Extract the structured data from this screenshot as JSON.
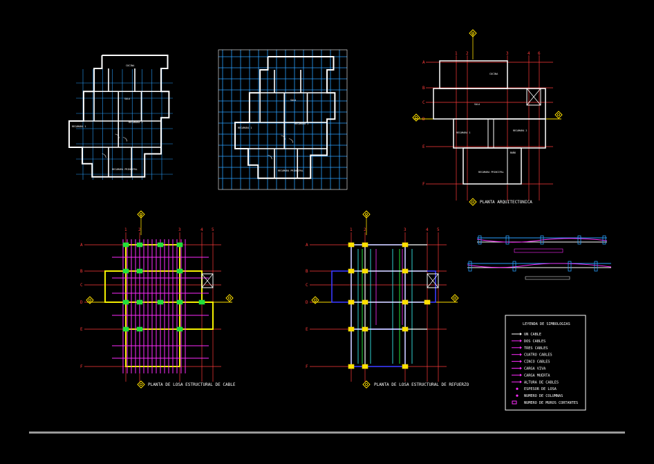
{
  "canvas": {
    "background": "#000000",
    "bar_color": "#9a9a9a"
  },
  "colors": {
    "wall": "#ffffff",
    "dim": "#2aa0ff",
    "grid": "#ff3b3b",
    "beam": "#f5f000",
    "cable": "#ff2bff",
    "column": "#22e03a",
    "steel": "#2fd0d0",
    "edge": "#3a3aff",
    "marker": "#ffe000"
  },
  "grid_rows": [
    "A",
    "B",
    "C",
    "D",
    "E",
    "F"
  ],
  "grid_cols": [
    "1",
    "2",
    "3",
    "4",
    "5"
  ],
  "grid_cols_alt": [
    "1",
    "2",
    "3",
    "4",
    "6"
  ],
  "rooms": {
    "sala": "SALA",
    "cocina": "COCINA",
    "dormitorio1": "RECAMARA 1",
    "dormitorio2": "RECAMARA 2",
    "principal": "RECAMARA PRINCIPAL",
    "bano": "BAÑO"
  },
  "titles": {
    "arquitectonica": "PLANTA ARQUITECTONICA",
    "cable": "PLANTA DE LOSA ESTRUCTURAL DE CABLE",
    "refuerzo": "PLANTA DE LOSA ESTRUCTURAL DE REFUERZO"
  },
  "legend": {
    "title": "LEYENDA DE SIMBOLOGIAS",
    "items": [
      {
        "label": "UN CABLE",
        "color": "#ffffff",
        "icon": "arrow-icon"
      },
      {
        "label": "DOS CABLES",
        "color": "#ff2bff",
        "icon": "arrow-icon"
      },
      {
        "label": "TRES CABLES",
        "color": "#ff2bff",
        "icon": "arrow-icon"
      },
      {
        "label": "CUATRO CABLES",
        "color": "#ff2bff",
        "icon": "arrow-icon"
      },
      {
        "label": "CINCO CABLES",
        "color": "#ff2bff",
        "icon": "arrow-icon"
      },
      {
        "label": "CARGA VIVA",
        "color": "#ff2bff",
        "icon": "arrow-icon"
      },
      {
        "label": "CARGA MUERTA",
        "color": "#ff2bff",
        "icon": "arrow-icon"
      },
      {
        "label": "ALTURA DE CABLES",
        "color": "#ff2bff",
        "icon": "arrow-icon"
      },
      {
        "label": "ESPESOR DE LOSA",
        "color": "#ff2bff",
        "icon": "dot-icon"
      },
      {
        "label": "NUMERO DE COLUMNAS",
        "color": "#ff2bff",
        "icon": "dot-icon"
      },
      {
        "label": "NUMERO DE MUROS CORTANTES",
        "color": "#ff2bff",
        "icon": "box-icon"
      }
    ]
  }
}
